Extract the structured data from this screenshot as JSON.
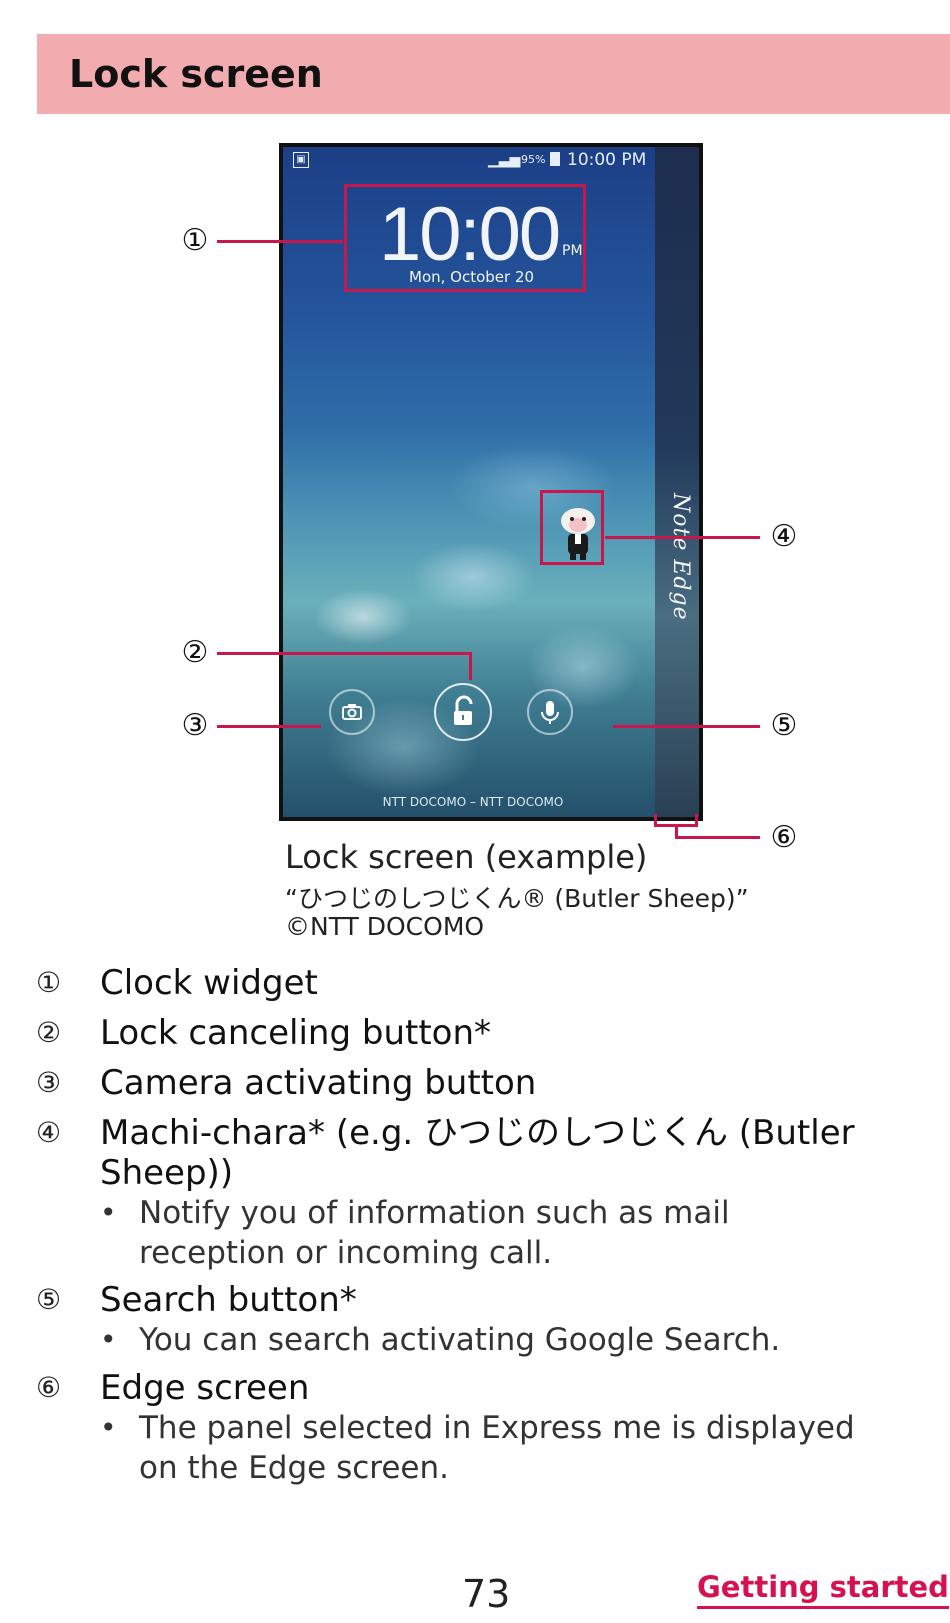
{
  "header": {
    "title": "Lock screen"
  },
  "figure": {
    "status_time": "10:00 PM",
    "battery": "95%",
    "sim_icon": "sim-card-icon",
    "clock_time": "10:00",
    "clock_ampm": "PM",
    "clock_date": "Mon, October 20",
    "edge_label": "Note Edge",
    "carrier": "NTT DOCOMO – NTT DOCOMO",
    "callouts": [
      "①",
      "②",
      "③",
      "④",
      "⑤",
      "⑥"
    ],
    "highlight_color": "#c8174c",
    "caption_main": "Lock screen (example)",
    "caption_sub": "“ひつじのしつじくん® (Butler Sheep)”",
    "caption_copy": "©NTT DOCOMO"
  },
  "items": [
    {
      "num": "①",
      "label": "Clock widget"
    },
    {
      "num": "②",
      "label": "Lock canceling button*"
    },
    {
      "num": "③",
      "label": "Camera activating button"
    },
    {
      "num": "④",
      "label_line1": "Machi-chara* (e.g. ひつじのしつじくん (Butler",
      "label_line2": "Sheep))",
      "bullet": "•",
      "note_line1": "Notify you of information such as mail",
      "note_line2": "reception or incoming call."
    },
    {
      "num": "⑤",
      "label": "Search button*",
      "bullet": "•",
      "note_line1": "You can search activating Google Search."
    },
    {
      "num": "⑥",
      "label": "Edge screen",
      "bullet": "•",
      "note_line1": "The panel selected in Express me is displayed",
      "note_line2": "on the Edge screen."
    }
  ],
  "footer": {
    "page_number": "73",
    "section": "Getting started",
    "accent_color": "#d6124e"
  }
}
